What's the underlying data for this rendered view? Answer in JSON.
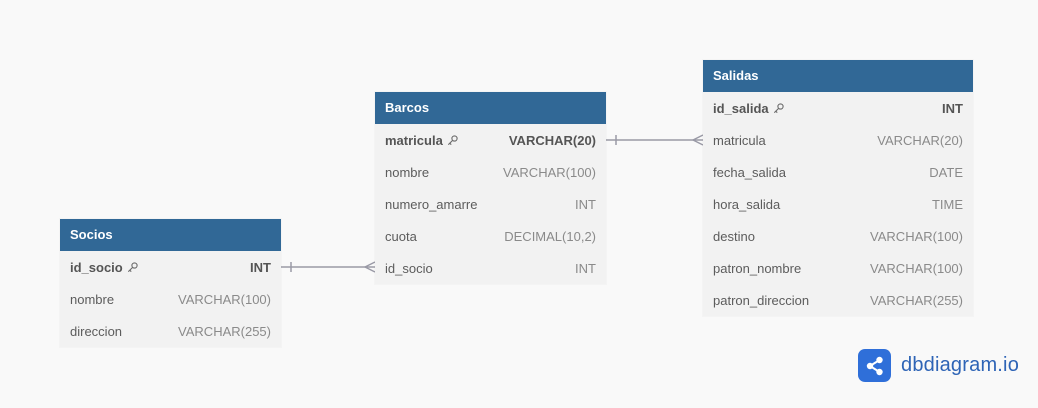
{
  "diagram": {
    "tables": [
      {
        "name": "Socios",
        "fields": [
          {
            "name": "id_socio",
            "type": "INT",
            "pk": true
          },
          {
            "name": "nombre",
            "type": "VARCHAR(100)"
          },
          {
            "name": "direccion",
            "type": "VARCHAR(255)"
          }
        ]
      },
      {
        "name": "Barcos",
        "fields": [
          {
            "name": "matricula",
            "type": "VARCHAR(20)",
            "pk": true
          },
          {
            "name": "nombre",
            "type": "VARCHAR(100)"
          },
          {
            "name": "numero_amarre",
            "type": "INT"
          },
          {
            "name": "cuota",
            "type": "DECIMAL(10,2)"
          },
          {
            "name": "id_socio",
            "type": "INT"
          }
        ]
      },
      {
        "name": "Salidas",
        "fields": [
          {
            "name": "id_salida",
            "type": "INT",
            "pk": true
          },
          {
            "name": "matricula",
            "type": "VARCHAR(20)"
          },
          {
            "name": "fecha_salida",
            "type": "DATE"
          },
          {
            "name": "hora_salida",
            "type": "TIME"
          },
          {
            "name": "destino",
            "type": "VARCHAR(100)"
          },
          {
            "name": "patron_nombre",
            "type": "VARCHAR(100)"
          },
          {
            "name": "patron_direccion",
            "type": "VARCHAR(255)"
          }
        ]
      }
    ],
    "relationships": [
      {
        "from": "Socios.id_socio",
        "to": "Barcos.id_socio",
        "type": "one-to-many"
      },
      {
        "from": "Barcos.matricula",
        "to": "Salidas.matricula",
        "type": "one-to-many"
      }
    ]
  },
  "colors": {
    "header": "#316896",
    "body": "#f2f2f2",
    "background": "#f9f9f9",
    "line": "#9a9aa6",
    "brand": "#2f6fd9"
  },
  "icons": {
    "primary_key": "key-icon",
    "brand": "share-nodes-icon"
  },
  "brand": {
    "text": "dbdiagram.io"
  }
}
